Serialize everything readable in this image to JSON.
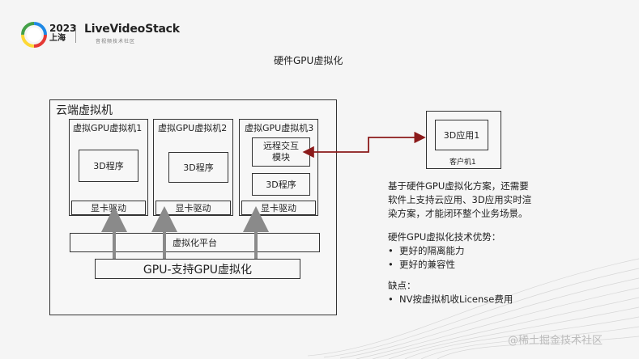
{
  "header": {
    "logo_year": "2023",
    "logo_city": "上海",
    "brand": "LiveVideoStack",
    "brand_sub": "音视频技术社区"
  },
  "title": "硬件GPU虚拟化",
  "diagram": {
    "cloud_vm_label": "云端虚拟机",
    "vm1": {
      "title": "虚拟GPU虚拟机1",
      "program": "3D程序",
      "driver": "显卡驱动"
    },
    "vm2": {
      "title": "虚拟GPU虚拟机2",
      "program": "3D程序",
      "driver": "显卡驱动"
    },
    "vm3": {
      "title": "虚拟GPU虚拟机3",
      "remote": "远程交互\n模块",
      "program": "3D程序",
      "driver": "显卡驱动"
    },
    "platform": "虚拟化平台",
    "gpu": "GPU-支持GPU虚拟化",
    "client_app": "3D应用1",
    "client_label": "客户机1"
  },
  "description": {
    "intro": "基于硬件GPU虚拟化方案，还需要软件上支持云应用、3D应用实时渲染方案，才能闭环整个业务场景。",
    "intro_lines": [
      "基于硬件GPU虚拟化方案，还需要",
      "软件上支持云应用、3D应用实时渲",
      "染方案，才能闭环整个业务场景。"
    ],
    "advantages_title": "硬件GPU虚拟化技术优势：",
    "advantages": [
      "更好的隔离能力",
      "更好的兼容性"
    ],
    "disadvantages_title": "缺点：",
    "disadvantages": [
      "NV按虚拟机收License费用"
    ]
  },
  "watermark": "@稀土掘金技术社区",
  "colors": {
    "accent_arrow": "#8b1a1a",
    "box_border": "#333333"
  }
}
